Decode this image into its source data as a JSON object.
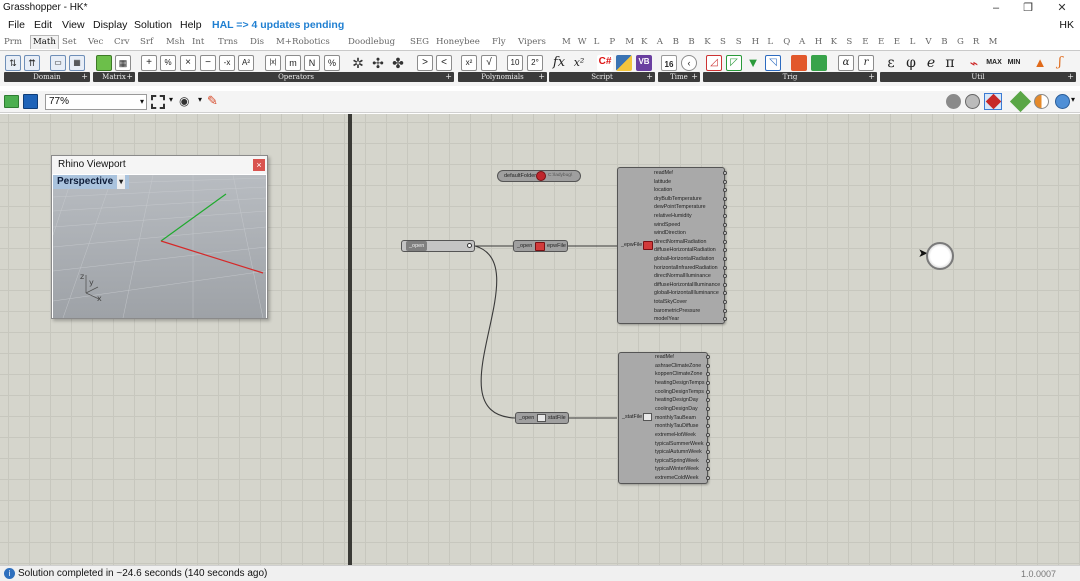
{
  "window": {
    "title": "Grasshopper - HK*",
    "controls": [
      "–",
      "❐",
      "✕"
    ]
  },
  "menu": {
    "items": [
      "File",
      "Edit",
      "View",
      "Display",
      "Solution",
      "Help"
    ],
    "hal_notice": "HAL => 4 updates pending",
    "user": "HK"
  },
  "tabs": [
    "Prm",
    "Math",
    "Set",
    "Vec",
    "Crv",
    "Srf",
    "Msh",
    "Int",
    "Trns",
    "Dis",
    "M+",
    "Robotics",
    "Doodlebug",
    "SEG",
    "Honeybee",
    "Fly",
    "Vipers",
    "M",
    "W",
    "L",
    "P",
    "M",
    "K",
    "A",
    "B",
    "B",
    "K",
    "S",
    "S",
    "H",
    "L",
    "Q",
    "A",
    "H",
    "K",
    "S",
    "E",
    "E",
    "E",
    "L",
    "V",
    "B",
    "G",
    "R",
    "M"
  ],
  "active_tab": "Math",
  "ribbon_groups": [
    {
      "label": "Domain"
    },
    {
      "label": "Matrix"
    },
    {
      "label": "Operators"
    },
    {
      "label": "Polynomials"
    },
    {
      "label": "Script"
    },
    {
      "label": "Time"
    },
    {
      "label": "Trig"
    },
    {
      "label": "Util"
    }
  ],
  "ribbon_glyphs": {
    "operators": [
      "+",
      "%",
      "×",
      "−",
      "-x",
      "A²",
      "|x|",
      "m",
      "N",
      "%"
    ],
    "compare": [
      ">",
      "<"
    ],
    "polynomials": [
      "x²",
      "√"
    ],
    "script": [
      "fx",
      "x²"
    ],
    "time": [
      "16"
    ],
    "trig": [
      "α",
      "r"
    ],
    "util": [
      "ε",
      "φ",
      "e",
      "π",
      "MAX",
      "MIN"
    ]
  },
  "toolbar": {
    "zoom": "77%"
  },
  "rhino_viewport": {
    "title": "Rhino Viewport",
    "view_name": "Perspective",
    "axis_labels": [
      "z",
      "y",
      "x"
    ]
  },
  "canvas": {
    "default_folder": {
      "name": "defaultFolder",
      "value": "C:\\ladybug\\"
    },
    "open_param": {
      "name": "_open"
    },
    "epw_comp": {
      "input": "_open",
      "output": "epwFile"
    },
    "stat_comp": {
      "input": "_open",
      "output": "statFile"
    },
    "import_epw": {
      "input": "_epwFile",
      "outputs": [
        "readMe!",
        "latitude",
        "location",
        "dryBulbTemperature",
        "dewPointTemperature",
        "relativeHumidity",
        "windSpeed",
        "windDirection",
        "directNormalRadiation",
        "diffuseHorizontalRadiation",
        "globalHorizontalRadiation",
        "horizontalInfraredRadiation",
        "directNormalIlluminance",
        "diffuseHorizontalIlluminance",
        "globalHorizontalIlluminance",
        "totalSkyCover",
        "barometricPressure",
        "modelYear"
      ]
    },
    "import_stat": {
      "input": "_statFile",
      "outputs": [
        "readMe!",
        "ashraeClimateZone",
        "koppenClimateZone",
        "heatingDesignTemps",
        "coolingDesignTemps",
        "heatingDesignDay",
        "coolingDesignDay",
        "monthlyTauBeam",
        "monthlyTauDiffuse",
        "extremeHotWeek",
        "typicalSummerWeek",
        "typicalAutumnWeek",
        "typicalSpringWeek",
        "typicalWinterWeek",
        "extremeColdWeek"
      ]
    }
  },
  "status": {
    "message": "Solution completed in ~24.6 seconds (140 seconds ago)",
    "version": "1.0.0007"
  }
}
